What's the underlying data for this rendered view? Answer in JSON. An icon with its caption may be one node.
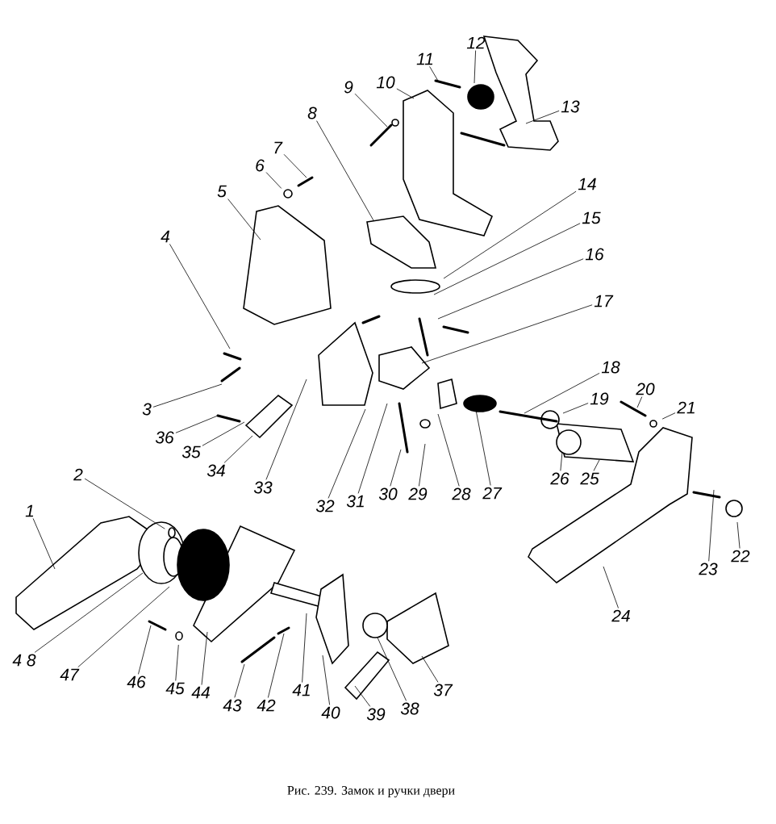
{
  "diagram": {
    "caption": "Рис. 239. Замок и ручки двери",
    "nodes": [
      {
        "text": [
          "1"
        ]
      },
      {
        "text": [
          "2"
        ]
      },
      {
        "text": [
          "3"
        ]
      },
      {
        "text": [
          "4"
        ]
      },
      {
        "text": [
          "5"
        ]
      },
      {
        "text": [
          "6"
        ]
      },
      {
        "text": [
          "7"
        ]
      },
      {
        "text": [
          "8"
        ]
      },
      {
        "text": [
          "9"
        ]
      },
      {
        "text": [
          "10"
        ]
      },
      {
        "text": [
          "11"
        ]
      },
      {
        "text": [
          "12"
        ]
      },
      {
        "text": [
          "13"
        ]
      },
      {
        "text": [
          "14"
        ]
      },
      {
        "text": [
          "15"
        ]
      },
      {
        "text": [
          "16"
        ]
      },
      {
        "text": [
          "17"
        ]
      },
      {
        "text": [
          "18"
        ]
      },
      {
        "text": [
          "19"
        ]
      },
      {
        "text": [
          "20"
        ]
      },
      {
        "text": [
          "21"
        ]
      },
      {
        "text": [
          "22"
        ]
      },
      {
        "text": [
          "23"
        ]
      },
      {
        "text": [
          "24"
        ]
      },
      {
        "text": [
          "25"
        ]
      },
      {
        "text": [
          "26"
        ]
      },
      {
        "text": [
          "27"
        ]
      },
      {
        "text": [
          "28"
        ]
      },
      {
        "text": [
          "29"
        ]
      },
      {
        "text": [
          "30"
        ]
      },
      {
        "text": [
          "31"
        ]
      },
      {
        "text": [
          "32"
        ]
      },
      {
        "text": [
          "33"
        ]
      },
      {
        "text": [
          "34"
        ]
      },
      {
        "text": [
          "35"
        ]
      },
      {
        "text": [
          "36"
        ]
      },
      {
        "text": [
          "37"
        ]
      },
      {
        "text": [
          "38"
        ]
      },
      {
        "text": [
          "39"
        ]
      },
      {
        "text": [
          "40"
        ]
      },
      {
        "text": [
          "41"
        ]
      },
      {
        "text": [
          "42"
        ]
      },
      {
        "text": [
          "43"
        ]
      },
      {
        "text": [
          "44"
        ]
      },
      {
        "text": [
          "45"
        ]
      },
      {
        "text": [
          "46"
        ]
      },
      {
        "text": [
          "47"
        ]
      },
      {
        "text": [
          "4 8"
        ]
      }
    ],
    "edges": [
      {
        "from": 0,
        "to": null,
        "arrow": "none"
      },
      {
        "from": 1,
        "to": null,
        "arrow": "none"
      },
      {
        "from": 2,
        "to": null,
        "arrow": "none"
      },
      {
        "from": 3,
        "to": null,
        "arrow": "none"
      },
      {
        "from": 4,
        "to": null,
        "arrow": "none"
      },
      {
        "from": 5,
        "to": null,
        "arrow": "none"
      },
      {
        "from": 6,
        "to": null,
        "arrow": "none"
      },
      {
        "from": 7,
        "to": null,
        "arrow": "none"
      },
      {
        "from": 8,
        "to": null,
        "arrow": "none"
      },
      {
        "from": 9,
        "to": null,
        "arrow": "none"
      },
      {
        "from": 10,
        "to": null,
        "arrow": "none"
      },
      {
        "from": 11,
        "to": null,
        "arrow": "none"
      },
      {
        "from": 12,
        "to": null,
        "arrow": "none"
      },
      {
        "from": 13,
        "to": null,
        "arrow": "none"
      },
      {
        "from": 14,
        "to": null,
        "arrow": "none"
      },
      {
        "from": 15,
        "to": null,
        "arrow": "none"
      },
      {
        "from": 16,
        "to": null,
        "arrow": "none"
      },
      {
        "from": 17,
        "to": null,
        "arrow": "none"
      },
      {
        "from": 18,
        "to": null,
        "arrow": "none"
      },
      {
        "from": 19,
        "to": null,
        "arrow": "none"
      },
      {
        "from": 20,
        "to": null,
        "arrow": "none"
      },
      {
        "from": 21,
        "to": null,
        "arrow": "none"
      },
      {
        "from": 22,
        "to": null,
        "arrow": "none"
      },
      {
        "from": 23,
        "to": null,
        "arrow": "none"
      },
      {
        "from": 24,
        "to": null,
        "arrow": "none"
      },
      {
        "from": 25,
        "to": null,
        "arrow": "none"
      },
      {
        "from": 26,
        "to": null,
        "arrow": "none"
      },
      {
        "from": 27,
        "to": null,
        "arrow": "none"
      },
      {
        "from": 28,
        "to": null,
        "arrow": "none"
      },
      {
        "from": 29,
        "to": null,
        "arrow": "none"
      },
      {
        "from": 30,
        "to": null,
        "arrow": "none"
      },
      {
        "from": 31,
        "to": null,
        "arrow": "none"
      },
      {
        "from": 32,
        "to": null,
        "arrow": "none"
      },
      {
        "from": 33,
        "to": null,
        "arrow": "none"
      },
      {
        "from": 34,
        "to": null,
        "arrow": "none"
      },
      {
        "from": 35,
        "to": null,
        "arrow": "none"
      },
      {
        "from": 36,
        "to": null,
        "arrow": "none"
      },
      {
        "from": 37,
        "to": null,
        "arrow": "none"
      },
      {
        "from": 38,
        "to": null,
        "arrow": "none"
      },
      {
        "from": 39,
        "to": null,
        "arrow": "none"
      },
      {
        "from": 40,
        "to": null,
        "arrow": "none"
      },
      {
        "from": 41,
        "to": null,
        "arrow": "none"
      },
      {
        "from": 42,
        "to": null,
        "arrow": "none"
      },
      {
        "from": 43,
        "to": null,
        "arrow": "none"
      },
      {
        "from": 44,
        "to": null,
        "arrow": "none"
      },
      {
        "from": 45,
        "to": null,
        "arrow": "none"
      },
      {
        "from": 46,
        "to": null,
        "arrow": "none"
      },
      {
        "from": 47,
        "to": null,
        "arrow": "none"
      }
    ]
  }
}
